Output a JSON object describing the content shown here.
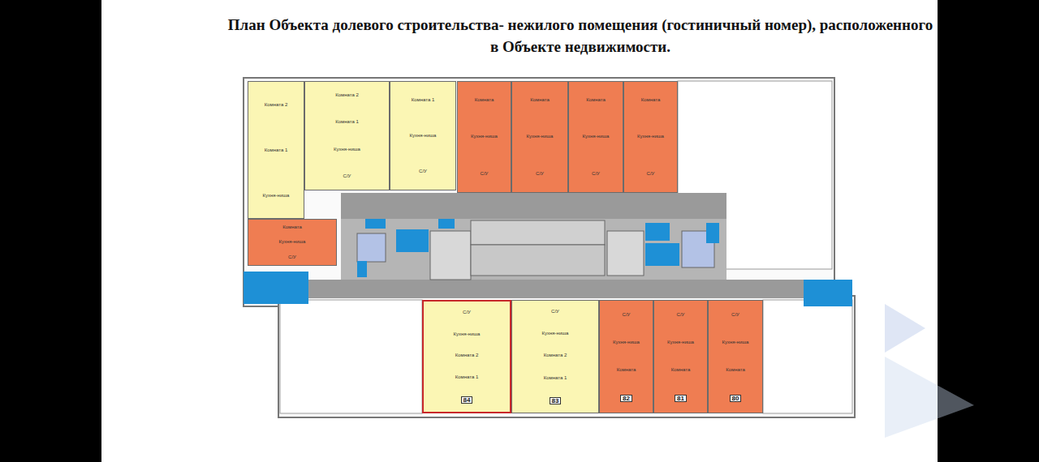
{
  "diagram": {
    "title": "План Объекта долевого строительства- нежилого помещения (гостиничный номер), расположенного в Объекте недвижимости.",
    "nodes": [
      {
        "text": [
          "Комната 2",
          "Комната 1",
          "Кухня-ниша"
        ]
      },
      {
        "text": [
          "Комната 2",
          "Комната 1",
          "Кухня-ниша",
          "С/У"
        ]
      },
      {
        "text": [
          "Комната 1",
          "Кухня-ниша",
          "С/У"
        ]
      },
      {
        "text": [
          "Комната",
          "Кухня-ниша",
          "С/У"
        ]
      },
      {
        "text": [
          "Комната",
          "Кухня-ниша",
          "С/У"
        ]
      },
      {
        "text": [
          "Комната",
          "Кухня-ниша",
          "С/У"
        ]
      },
      {
        "text": [
          "Комната",
          "Кухня-ниша",
          "С/У"
        ]
      },
      {
        "text": [
          "Комната",
          "Кухня-ниша",
          "С/У"
        ]
      },
      {
        "text": [
          "С/У",
          "Кухня-ниша",
          "Комната 2",
          "Комната 1",
          "84"
        ]
      },
      {
        "text": [
          "С/У",
          "Кухня-ниша",
          "Комната 2",
          "Комната 1",
          "83"
        ]
      },
      {
        "text": [
          "С/У",
          "Кухня-ниша",
          "Комната",
          "82"
        ]
      },
      {
        "text": [
          "С/У",
          "Кухня-ниша",
          "Комната",
          "81"
        ]
      },
      {
        "text": [
          "С/У",
          "Кухня-ниша",
          "Комната",
          "80"
        ]
      }
    ]
  }
}
